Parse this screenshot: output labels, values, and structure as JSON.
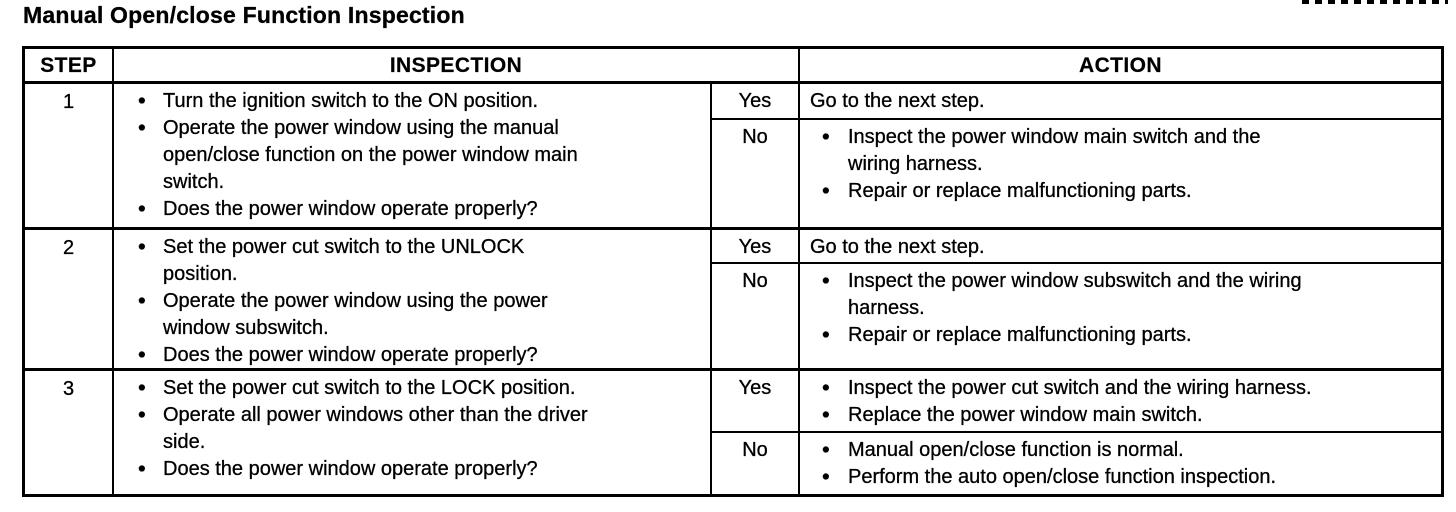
{
  "page": {
    "title": "Manual Open/close Function Inspection"
  },
  "table": {
    "headers": {
      "step": "STEP",
      "inspection": "INSPECTION",
      "action": "ACTION"
    },
    "rows": [
      {
        "step": "1",
        "inspection": [
          "Turn the ignition switch to the ON position.",
          "Operate the power window using the manual\nopen/close function on the power window main\nswitch.",
          "Does the power window operate properly?"
        ],
        "yes": {
          "label": "Yes",
          "text": "Go to the next step."
        },
        "no": {
          "label": "No",
          "actions": [
            "Inspect the power window main switch and the\nwiring harness.",
            "Repair or replace malfunctioning parts."
          ]
        }
      },
      {
        "step": "2",
        "inspection": [
          "Set the power cut switch to the UNLOCK\nposition.",
          "Operate the power window using the power\nwindow subswitch.",
          "Does the power window operate properly?"
        ],
        "yes": {
          "label": "Yes",
          "text": "Go to the next step."
        },
        "no": {
          "label": "No",
          "actions": [
            "Inspect the power window subswitch and the wiring\nharness.",
            "Repair or replace malfunctioning parts."
          ]
        }
      },
      {
        "step": "3",
        "inspection": [
          "Set the power cut switch to the LOCK position.",
          "Operate all power windows other than the driver\nside.",
          "Does the power window operate properly?"
        ],
        "yes": {
          "label": "Yes",
          "actions": [
            "Inspect the power cut switch and the wiring harness.",
            "Replace the power window main switch."
          ]
        },
        "no": {
          "label": "No",
          "actions": [
            "Manual open/close function is normal.",
            "Perform the auto open/close function inspection."
          ]
        }
      }
    ]
  }
}
